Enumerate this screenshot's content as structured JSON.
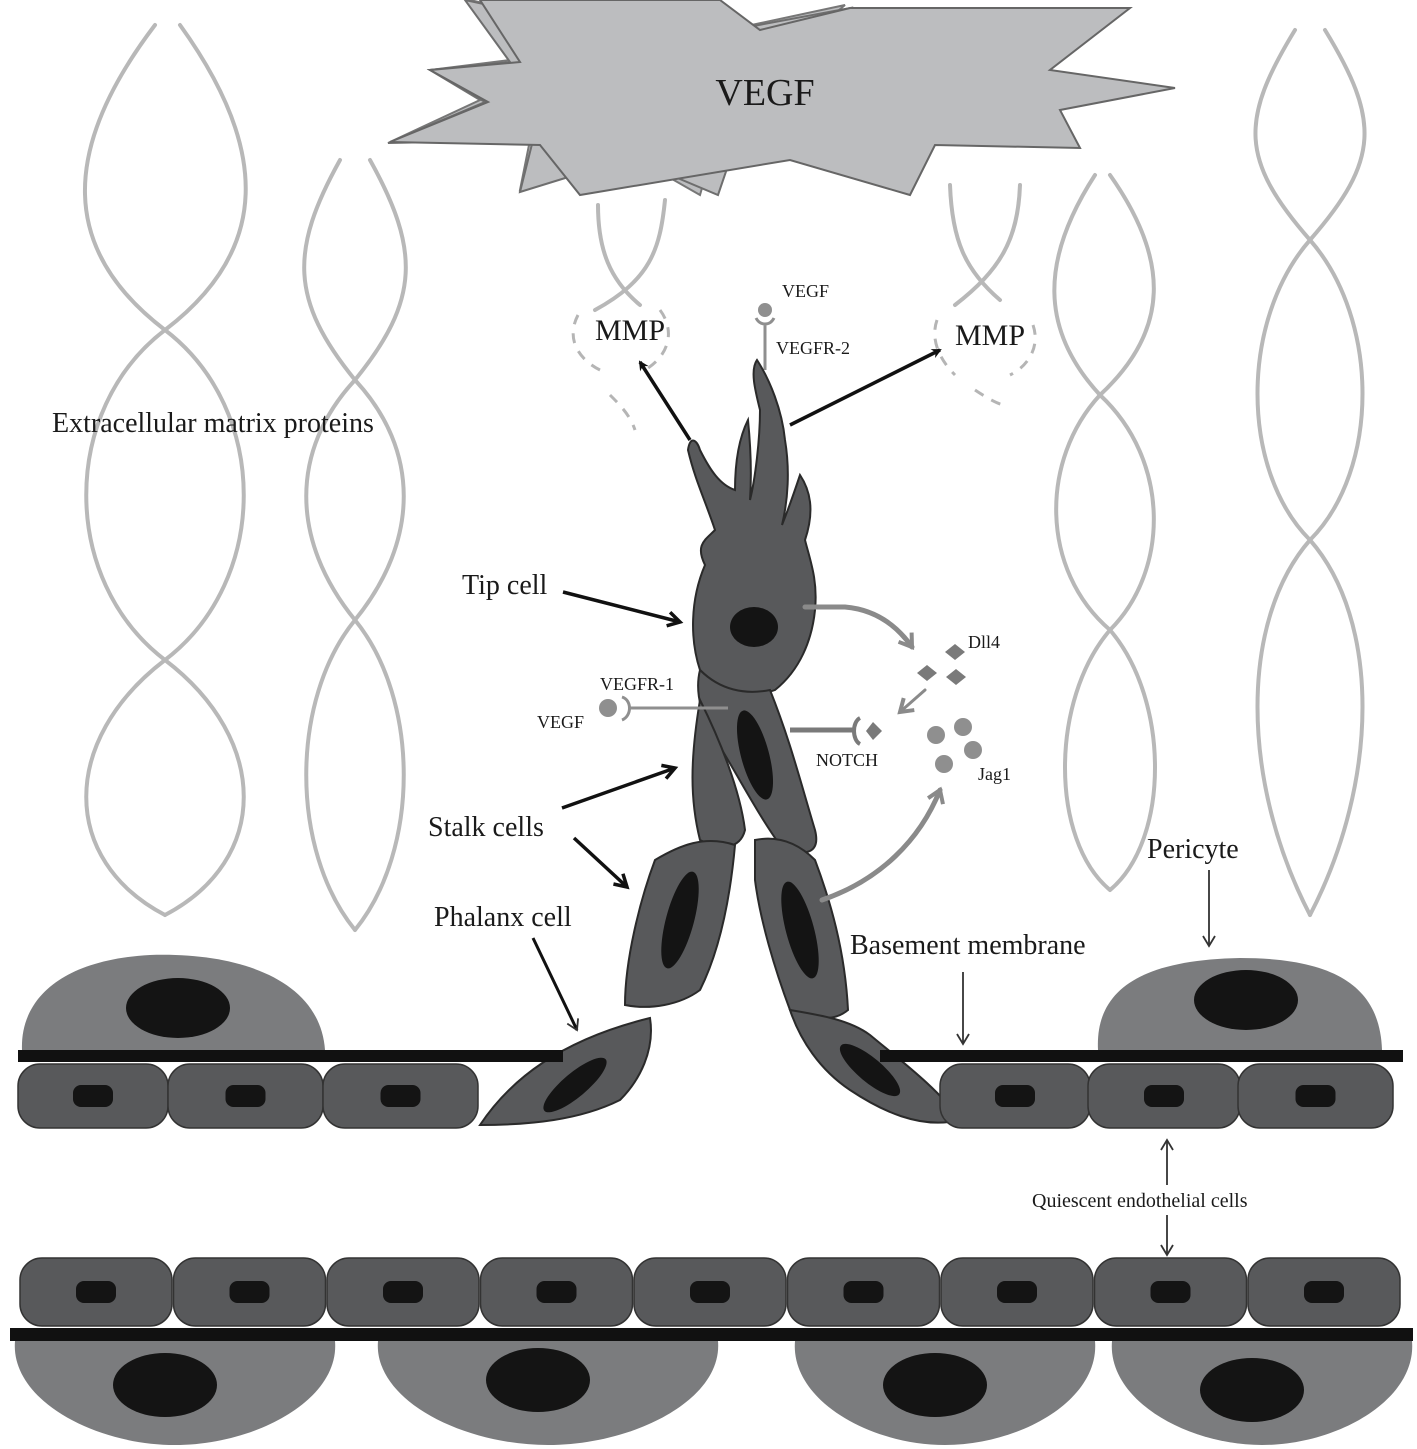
{
  "title": "Sprouting angiogenesis schematic",
  "labels": {
    "vegf_main": "VEGF",
    "mmp_left": "MMP",
    "mmp_right": "MMP",
    "vegf_top": "VEGF",
    "vegfr2": "VEGFR-2",
    "ecm": "Extracellular matrix proteins",
    "tip_cell": "Tip cell",
    "dll4": "Dll4",
    "vegfr1": "VEGFR-1",
    "vegf_left": "VEGF",
    "notch": "NOTCH",
    "jag1": "Jag1",
    "stalk_cells": "Stalk cells",
    "pericyte": "Pericyte",
    "phalanx_cell": "Phalanx cell",
    "basement_membrane": "Basement membrane",
    "quiescent": "Quiescent endothelial cells"
  },
  "colors": {
    "vegf_star": "#bcbdbf",
    "cell_body": "#58595b",
    "nucleus": "#141414",
    "pericyte": "#7b7c7e",
    "fiber": "#b8b8b8",
    "membrane": "#111111"
  }
}
